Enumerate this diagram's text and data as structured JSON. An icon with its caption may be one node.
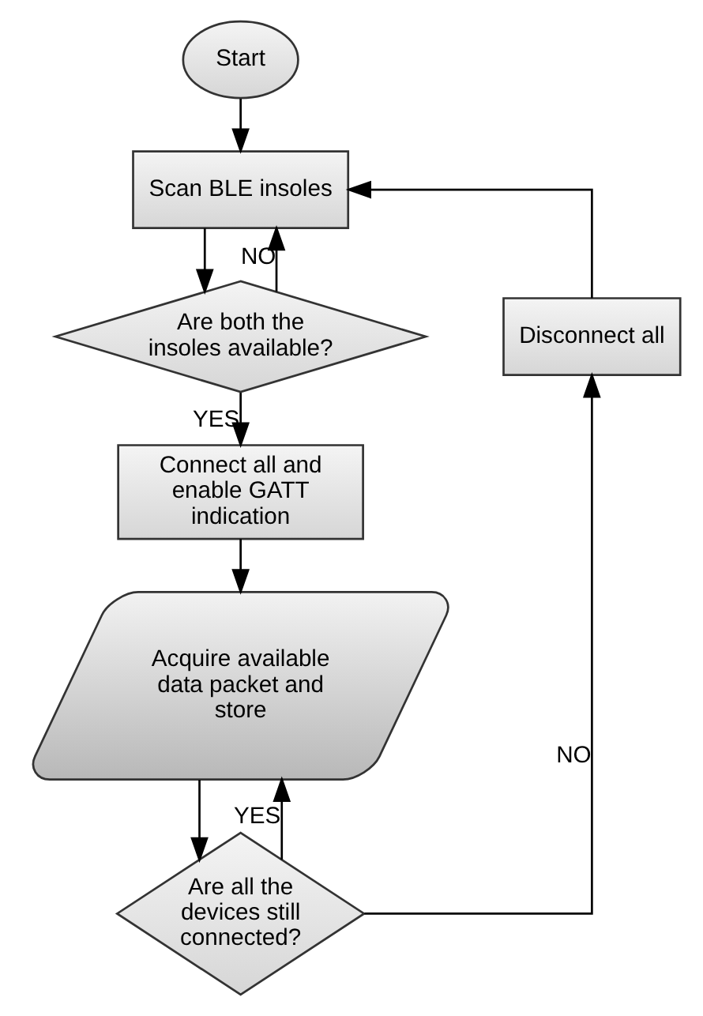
{
  "diagram": {
    "nodes": [
      {
        "text": [
          "Start"
        ]
      },
      {
        "text": [
          "Scan BLE insoles"
        ]
      },
      {
        "text": [
          "Are both the insoles available?"
        ]
      },
      {
        "text": [
          "Disconnect all"
        ]
      },
      {
        "text": [
          "Connect all and enable GATT indication"
        ]
      },
      {
        "text": [
          "Acquire available data packet and store"
        ]
      },
      {
        "text": [
          "Are all the devices still connected?"
        ]
      }
    ],
    "edges": [
      {
        "from": 0,
        "to": 1,
        "arrow": "to"
      },
      {
        "from": 1,
        "to": 2,
        "arrow": "to"
      },
      {
        "from": 2,
        "to": 1,
        "arrow": "to",
        "label": "NO"
      },
      {
        "from": 2,
        "to": 4,
        "arrow": "to",
        "label": "YES"
      },
      {
        "from": 4,
        "to": 5,
        "arrow": "to"
      },
      {
        "from": 5,
        "to": 6,
        "arrow": "to"
      },
      {
        "from": 6,
        "to": 5,
        "arrow": "to",
        "label": "YES"
      },
      {
        "from": 6,
        "to": 3,
        "arrow": "to",
        "label": "NO"
      },
      {
        "from": 3,
        "to": 1,
        "arrow": "to"
      }
    ]
  }
}
